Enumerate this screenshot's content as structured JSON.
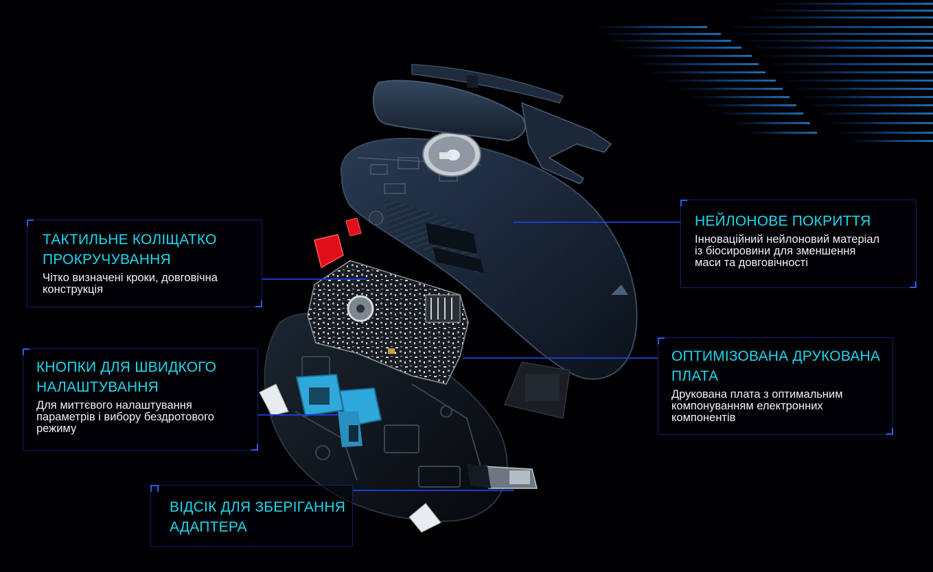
{
  "colors": {
    "background": "#000003",
    "title_accent": "#1fd7ee",
    "frame_border": "#14206a",
    "leader_line": "#1d3ad0",
    "mouse_shell": "#1c2a3c",
    "scroll_mechanism": "#e0101a",
    "quick_buttons": "#2fa8dc"
  },
  "callouts": {
    "scroll_wheel": {
      "title": "ТАКТИЛЬНЕ КОЛІЩАТКО\nПРОКРУЧУВАННЯ",
      "description": "Чітко визначені кроки, довговічна\nконструкція"
    },
    "quick_buttons": {
      "title": "КНОПКИ ДЛЯ ШВИДКОГО\nНАЛАШТУВАННЯ",
      "description": "Для миттєвого налаштування\nпараметрів і вибору бездротового\nрежиму"
    },
    "adapter_storage": {
      "title": "ВІДСІК ДЛЯ ЗБЕРІГАННЯ\nАДАПТЕРА",
      "description": ""
    },
    "nylon_coating": {
      "title": "НЕЙЛОНОВЕ ПОКРИТТЯ",
      "description": "Інноваційний нейлоновий матеріал\nіз біосировини для зменшення\nмаси та довговічності"
    },
    "optimized_pcb": {
      "title": "ОПТИМІЗОВАНА ДРУКОВАНА\nПЛАТА",
      "description": "Друкована плата з оптимальним\nкомпонуванням електронних\nкомпонентів"
    }
  },
  "illustration": {
    "subject": "exploded-gaming-mouse",
    "decoration": "striped-speed-lines"
  }
}
